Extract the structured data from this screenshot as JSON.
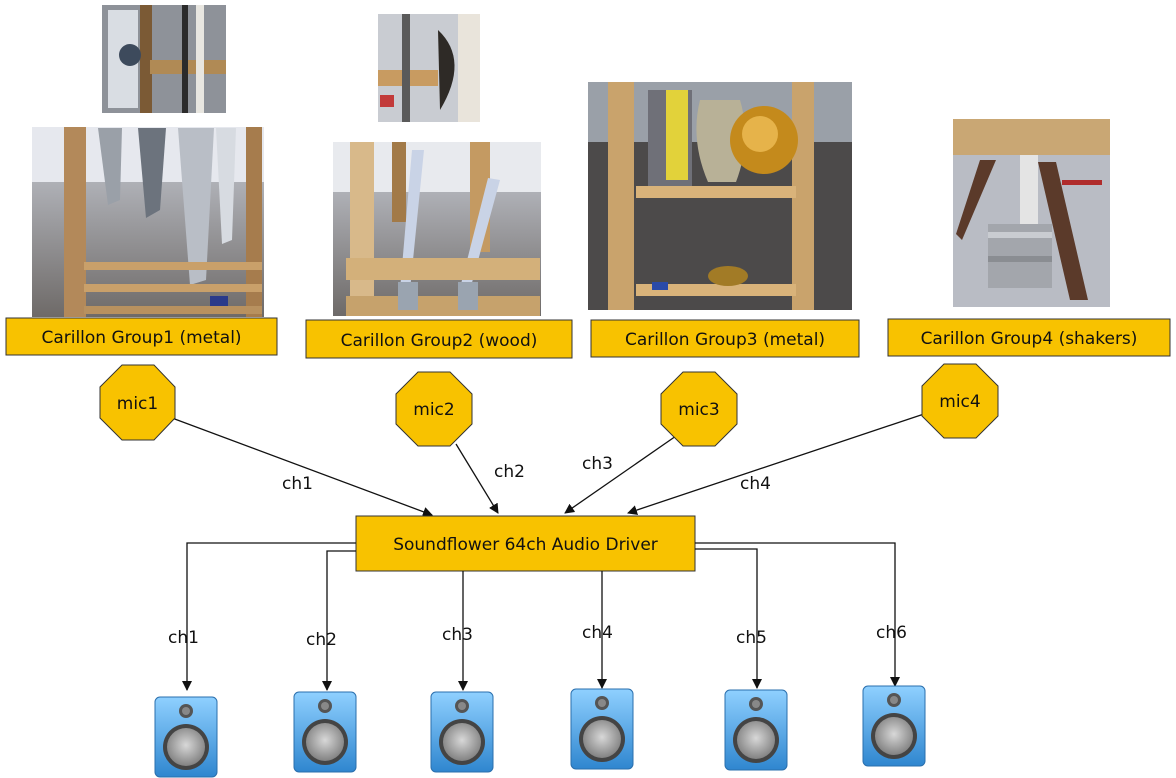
{
  "colors": {
    "node_fill": "#f8c200",
    "node_border": "#333333",
    "edge": "#111111",
    "speaker_body": "#4aa3e0",
    "speaker_cone": "#9a9a9a"
  },
  "groups": [
    {
      "label": "Carillon Group1 (metal)",
      "photo": "metal bell carillon photo"
    },
    {
      "label": "Carillon Group2 (wood)",
      "photo": "wooden stick carillon photo"
    },
    {
      "label": "Carillon Group3 (metal)",
      "photo": "metal vase and cymbal carillon photo"
    },
    {
      "label": "Carillon Group4 (shakers)",
      "photo": "shaker can carillon photo"
    }
  ],
  "mics": [
    {
      "label": "mic1",
      "channel": "ch1"
    },
    {
      "label": "mic2",
      "channel": "ch2"
    },
    {
      "label": "mic3",
      "channel": "ch3"
    },
    {
      "label": "mic4",
      "channel": "ch4"
    }
  ],
  "driver": {
    "label": "Soundflower 64ch Audio Driver"
  },
  "outputs": [
    {
      "channel": "ch1",
      "icon": "speaker-icon"
    },
    {
      "channel": "ch2",
      "icon": "speaker-icon"
    },
    {
      "channel": "ch3",
      "icon": "speaker-icon"
    },
    {
      "channel": "ch4",
      "icon": "speaker-icon"
    },
    {
      "channel": "ch5",
      "icon": "speaker-icon"
    },
    {
      "channel": "ch6",
      "icon": "speaker-icon"
    }
  ]
}
